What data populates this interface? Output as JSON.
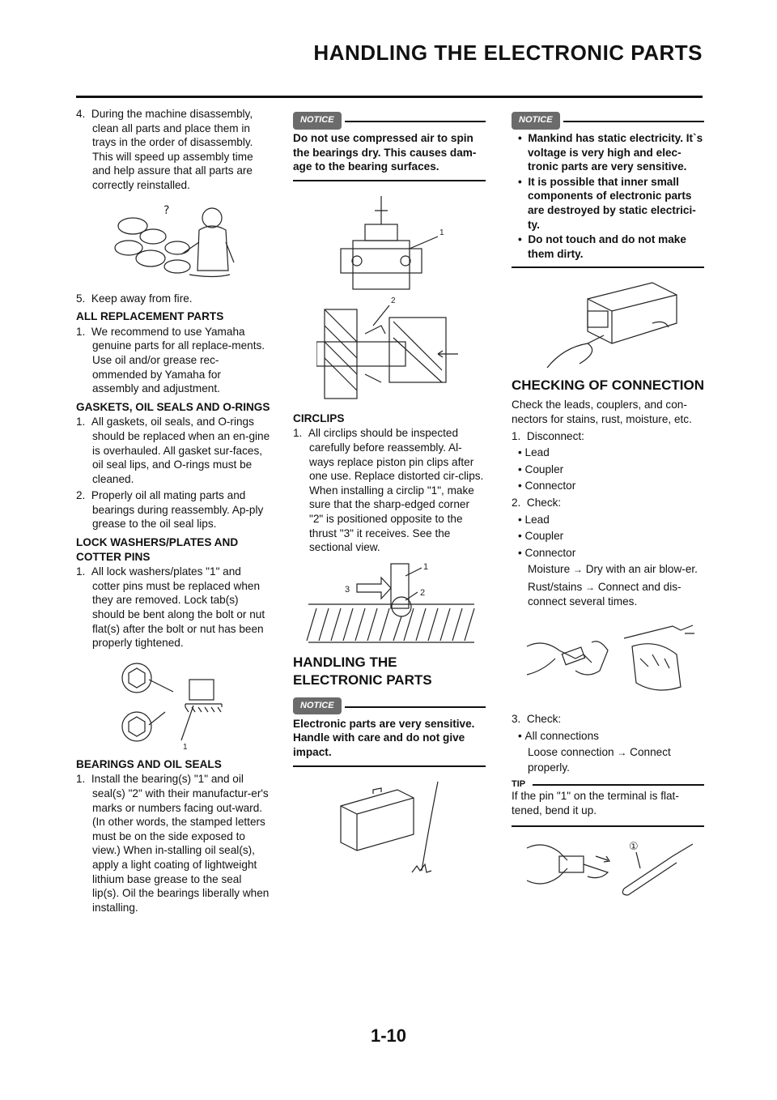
{
  "header": {
    "title": "HANDLING THE ELECTRONIC PARTS"
  },
  "col1": {
    "item4": {
      "num": "4.",
      "text": "During the machine disassembly, clean all parts and place them in trays in the order of disassembly. This will speed up assembly time and help assure that all parts are correctly reinstalled."
    },
    "item5": {
      "num": "5.",
      "text": "Keep away from fire."
    },
    "all_parts": {
      "heading": "ALL REPLACEMENT PARTS",
      "num": "1.",
      "text": "We recommend to use Yamaha genuine parts for all replace-ments. Use oil and/or grease rec-ommended by Yamaha for assembly and adjustment."
    },
    "gaskets": {
      "heading": "GASKETS, OIL SEALS AND O-RINGS",
      "i1": {
        "num": "1.",
        "text": "All gaskets, oil seals, and O-rings should be replaced when an en-gine is overhauled. All gasket sur-faces, oil seal lips, and O-rings must be cleaned."
      },
      "i2": {
        "num": "2.",
        "text": "Properly oil all mating parts and bearings during reassembly. Ap-ply grease to the oil seal lips."
      }
    },
    "lock": {
      "heading": "LOCK WASHERS/PLATES AND COTTER PINS",
      "num": "1.",
      "text": "All lock washers/plates \"1\" and cotter pins must be replaced when they are removed. Lock tab(s) should be bent along the bolt or nut flat(s) after the bolt or nut has been properly tightened.",
      "fig_label": "1"
    },
    "bearings": {
      "heading": "BEARINGS AND OIL SEALS",
      "num": "1.",
      "text": "Install the bearing(s) \"1\" and oil seal(s) \"2\" with their manufactur-er's marks or numbers facing out-ward. (In other words, the stamped letters must be on the side exposed to view.) When in-stalling oil seal(s), apply a light coating of lightweight lithium base grease to the seal lip(s). Oil the bearings liberally when installing."
    }
  },
  "col2": {
    "notice1": {
      "label": "NOTICE",
      "text": "Do not use compressed air to spin the bearings dry. This causes dam-age to the bearing surfaces."
    },
    "fig_bearing": {
      "l1": "1",
      "l2": "2"
    },
    "circlips": {
      "heading": "CIRCLIPS",
      "num": "1.",
      "text": "All circlips should be inspected carefully before reassembly. Al-ways replace piston pin clips after one use. Replace distorted cir-clips. When installing a circlip \"1\", make sure that the sharp-edged corner \"2\" is positioned opposite to the thrust \"3\" it receives. See the sectional view."
    },
    "fig_circlip": {
      "l1": "1",
      "l2": "2",
      "l3": "3"
    },
    "section": {
      "title": "HANDLING THE ELECTRONIC PARTS"
    },
    "notice2": {
      "label": "NOTICE",
      "text": "Electronic parts are very sensitive. Handle with care and do not give impact."
    }
  },
  "col3": {
    "notice3": {
      "label": "NOTICE",
      "b1": "Mankind has static electricity. It`s voltage is very high and elec-tronic parts are very sensitive.",
      "b2": "It is possible that inner small components of electronic parts are destroyed by static electrici-ty.",
      "b3": "Do not touch and do not make them dirty."
    },
    "checking": {
      "title": "CHECKING OF CONNECTION",
      "intro": "Check the leads, couplers, and con-nectors for stains, rust, moisture, etc.",
      "s1": {
        "num": "1.",
        "text": "Disconnect:",
        "b1": "Lead",
        "b2": "Coupler",
        "b3": "Connector"
      },
      "s2": {
        "num": "2.",
        "text": "Check:",
        "b1": "Lead",
        "b2": "Coupler",
        "b3": "Connector",
        "m1a": "Moisture",
        "m1b": "Dry with an air blow-er.",
        "m2a": "Rust/stains",
        "m2b": "Connect and dis-connect several times."
      },
      "s3": {
        "num": "3.",
        "text": "Check:",
        "b1": "All connections",
        "m1a": "Loose connection",
        "m1b": "Connect properly."
      }
    },
    "tip": {
      "label": "TIP",
      "text": "If the pin \"1\" on the terminal is flat-tened, bend it up."
    },
    "fig_pin": {
      "l1": "①"
    }
  },
  "footer": {
    "page": "1-10"
  }
}
